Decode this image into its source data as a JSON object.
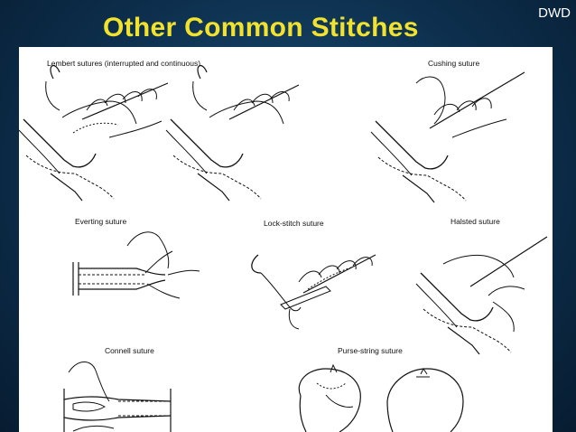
{
  "slide": {
    "title": "Other Common Stitches",
    "tag": "DWD",
    "title_color": "#f1e22d",
    "background_color": "#0d2f4d"
  },
  "figures": {
    "lembert": "Lembert sutures (interrupted and continuous)",
    "cushing": "Cushing suture",
    "everting": "Everting suture",
    "lock_stitch": "Lock-stitch suture",
    "halsted": "Halsted suture",
    "connell": "Connell suture",
    "purse_string": "Purse-string suture"
  }
}
